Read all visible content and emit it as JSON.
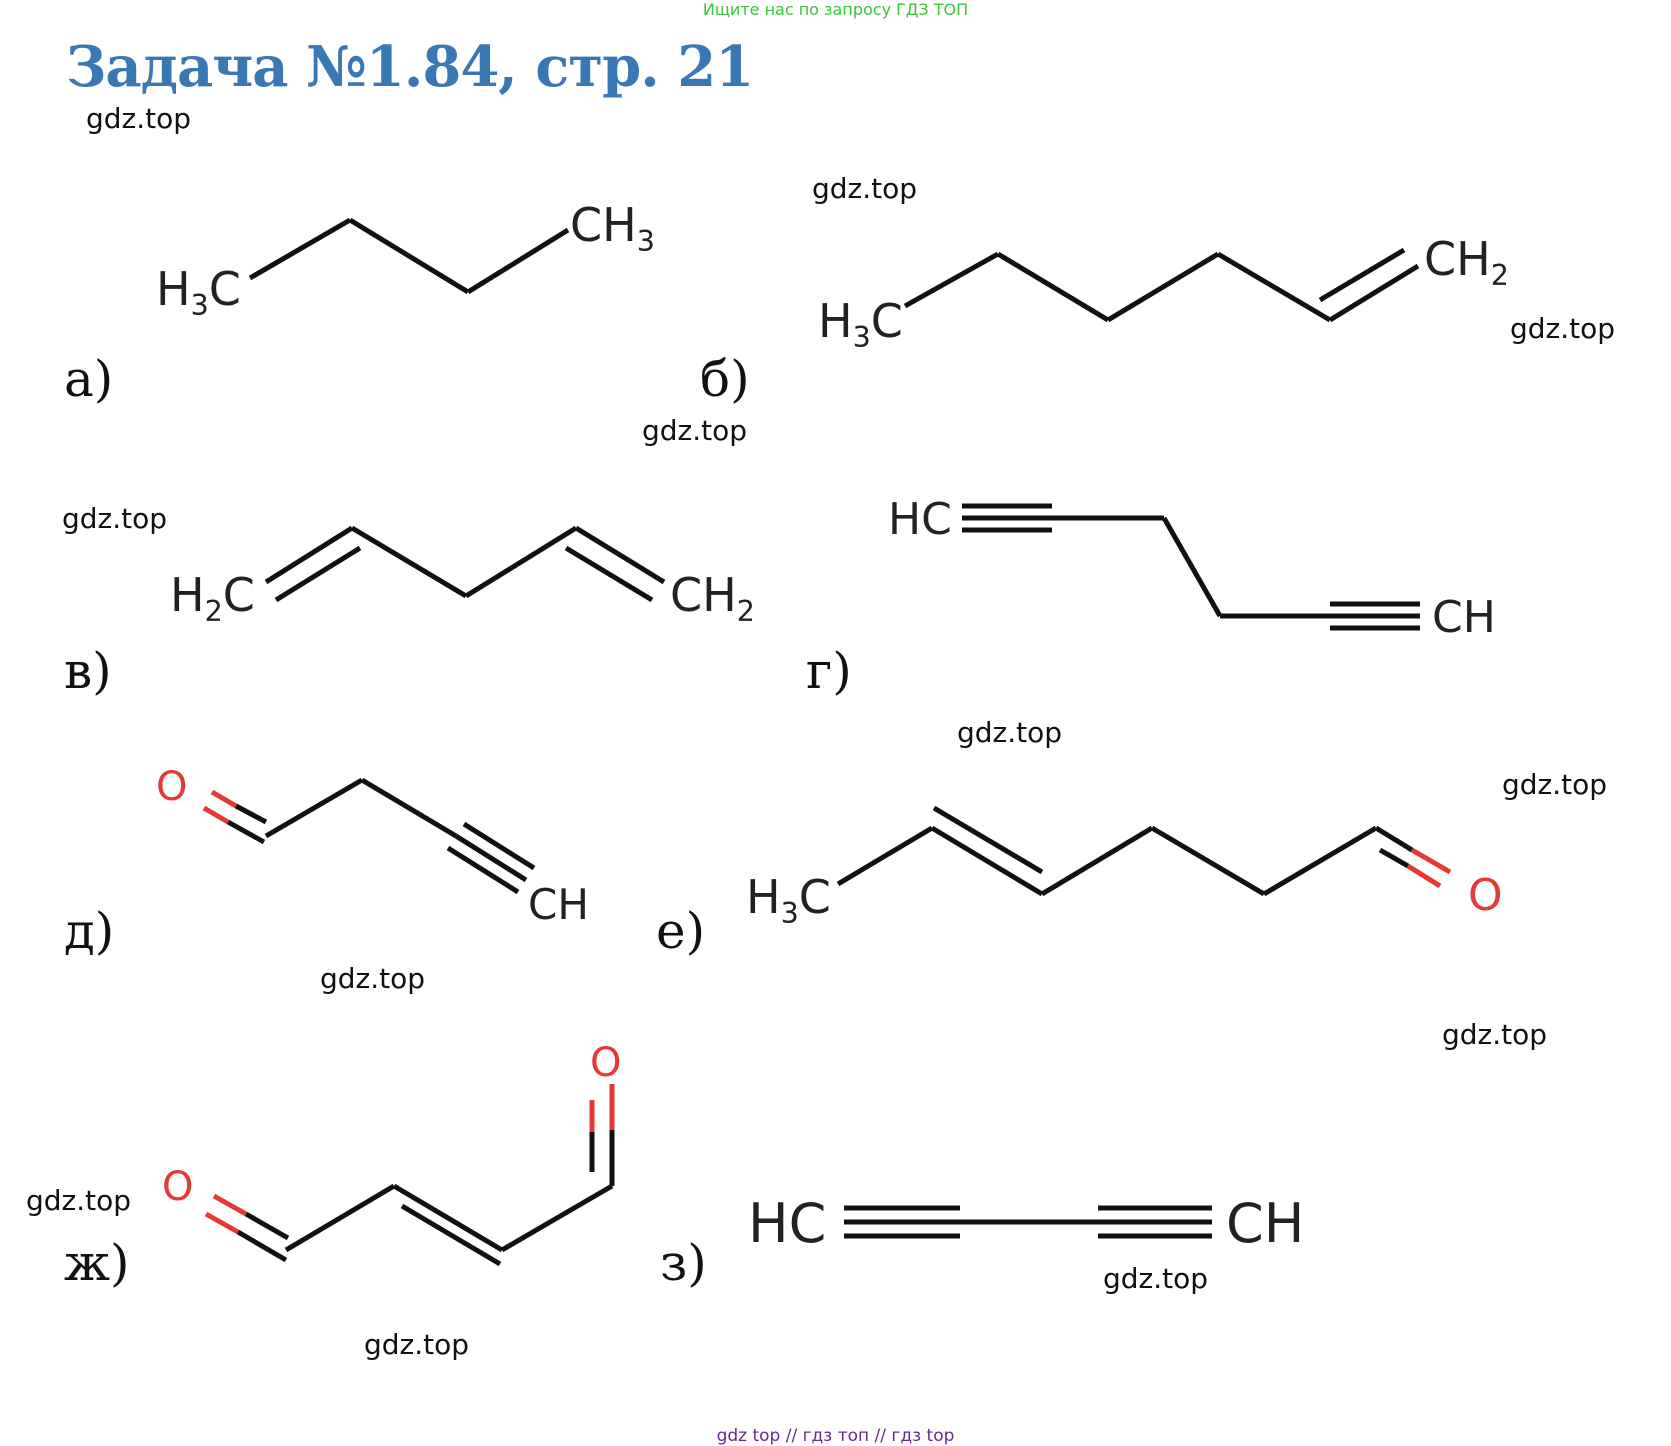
{
  "header_note": "Ищите нас по запросу ГДЗ ТОП",
  "title": "Задача №1.84, стр. 21",
  "watermark": "gdz.top",
  "labels": {
    "a": "а)",
    "b": "б)",
    "v": "в)",
    "g": "г)",
    "d": "д)",
    "e": "е)",
    "zh": "ж)",
    "z": "з)"
  },
  "formulas": {
    "a_left": "H3C",
    "a_right": "CH3",
    "b_left": "H3C",
    "b_right": "CH2",
    "v_left": "H2C",
    "v_right": "CH2",
    "g_top": "HC",
    "g_bottom": "CH",
    "d_o": "O",
    "d_ch": "CH",
    "e_left": "H3C",
    "e_o": "O",
    "zh_o1": "O",
    "zh_o2": "O",
    "z_left": "HC",
    "z_right": "CH"
  },
  "footer": "gdz top  //  гдз топ  //  гдз top"
}
